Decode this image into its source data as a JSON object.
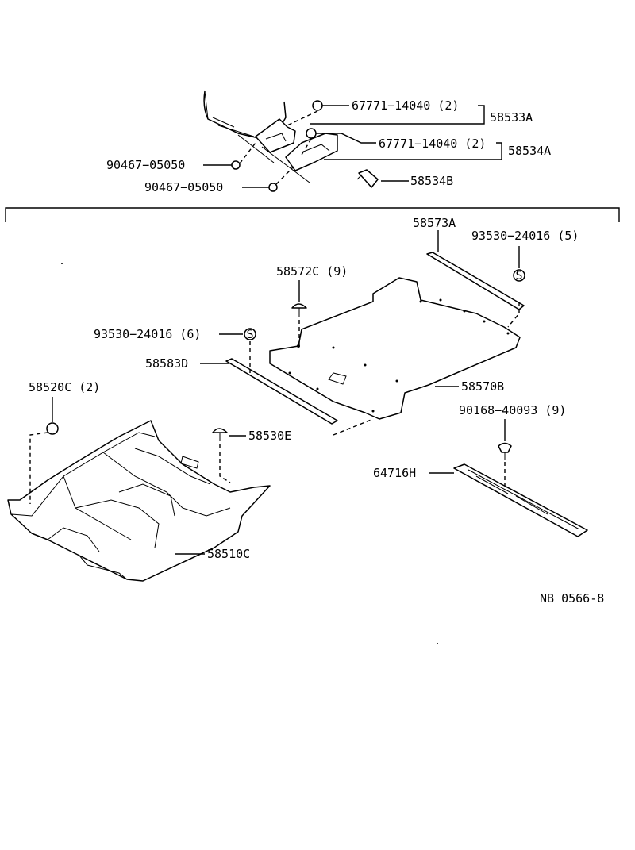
{
  "labels": {
    "clip_67771_upper": "67771−14040 (2)",
    "assy_58533a": "58533A",
    "clip_67771_lower": "67771−14040 (2)",
    "assy_58534a": "58534A",
    "nut_90467_upper": "90467−05050",
    "nut_90467_lower": "90467−05050",
    "clip_58534b": "58534B",
    "retainer_58573a": "58573A",
    "screw_93530_5": "93530−24016 (5)",
    "clip_58572c": "58572C (9)",
    "screw_93530_6": "93530−24016 (6)",
    "retainer_58583d": "58583D",
    "mat_58570b": "58570B",
    "clip_58520c": "58520C (2)",
    "clip_58530e": "58530E",
    "screw_90168": "90168−40093 (9)",
    "plate_64716h": "64716H",
    "carpet_58510c": "58510C",
    "drawing_number": "NB  0566-8"
  },
  "symbols": {
    "screw_symbol_letter": "S"
  }
}
